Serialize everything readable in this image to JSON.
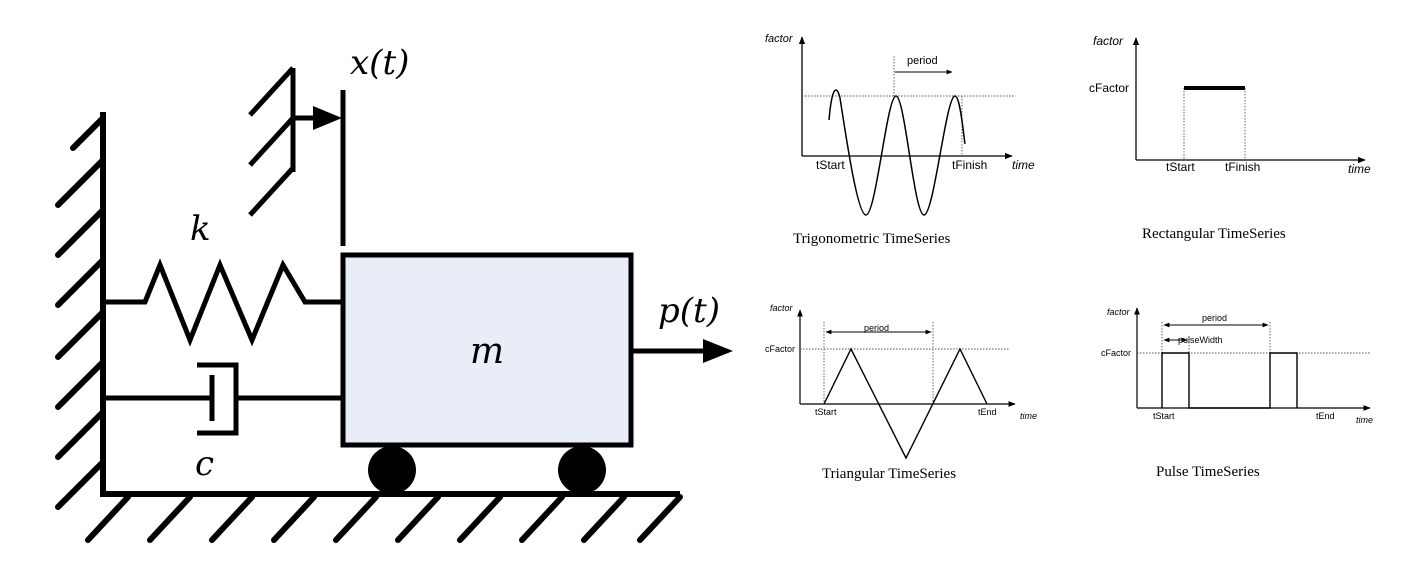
{
  "mechanical": {
    "x_label": "x(t)",
    "k_label": "k",
    "c_label": "c",
    "m_label": "m",
    "p_label": "p(t)",
    "mass_fill": "#e8edf7"
  },
  "panels": {
    "trig": {
      "caption": "Trigonometric TimeSeries",
      "y_axis": "factor",
      "x_axis": "time",
      "start": "tStart",
      "finish": "tFinish",
      "period": "period"
    },
    "rect": {
      "caption": "Rectangular TimeSeries",
      "y_axis": "factor",
      "x_axis": "time",
      "level": "cFactor",
      "start": "tStart",
      "finish": "tFinish"
    },
    "tri": {
      "caption": "Triangular TimeSeries",
      "y_axis": "factor",
      "x_axis": "time",
      "level": "cFactor",
      "start": "tStart",
      "end": "tEnd",
      "period": "period"
    },
    "pulse": {
      "caption": "Pulse TimeSeries",
      "y_axis": "factor",
      "x_axis": "time",
      "level": "cFactor",
      "start": "tStart",
      "end": "tEnd",
      "period": "period",
      "width": "pulseWidth"
    }
  }
}
